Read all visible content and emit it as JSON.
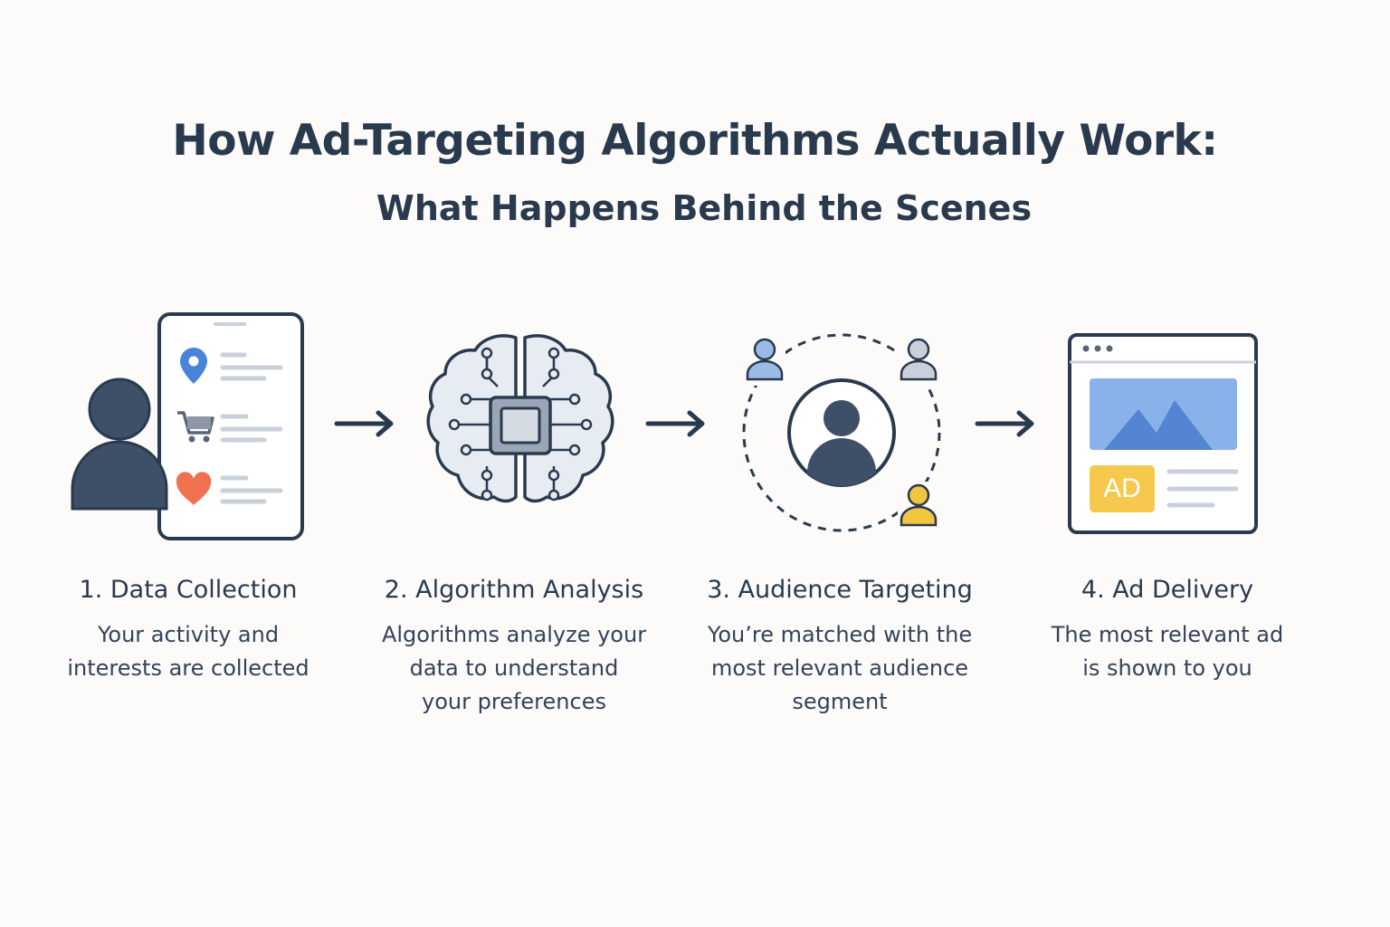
{
  "header": {
    "title": "How Ad-Targeting Algorithms Actually Work:",
    "subtitle": "What Happens Behind the Scenes"
  },
  "steps": [
    {
      "title": "1. Data Collection",
      "desc_lines": [
        "Your activity and",
        "interests are collected"
      ],
      "icon": "person-with-phone-data-icon"
    },
    {
      "title": "2. Algorithm Analysis",
      "desc_lines": [
        "Algorithms analyze your",
        "data to understand",
        "your preferences"
      ],
      "icon": "brain-chip-icon"
    },
    {
      "title": "3. Audience Targeting",
      "desc_lines": [
        "You’re matched with the",
        "most relevant audience",
        "segment"
      ],
      "icon": "audience-circle-icon"
    },
    {
      "title": "4. Ad Delivery",
      "desc_lines": [
        "The most relevant ad",
        "is shown to you"
      ],
      "icon": "browser-ad-icon",
      "badge": "AD"
    }
  ],
  "colors": {
    "ink": "#2a3a4e",
    "person": "#3e5068",
    "pin_blue": "#4a84d8",
    "heart": "#f07050",
    "ad_yellow": "#f6c84e",
    "image_blue": "#8ab2ea",
    "mountain_blue": "#5585d0",
    "brain_fill": "#e7ecf2",
    "avatar_yellow": "#f3c43e",
    "avatar_blue": "#9bbbe6",
    "avatar_grey": "#c9d0d9"
  }
}
